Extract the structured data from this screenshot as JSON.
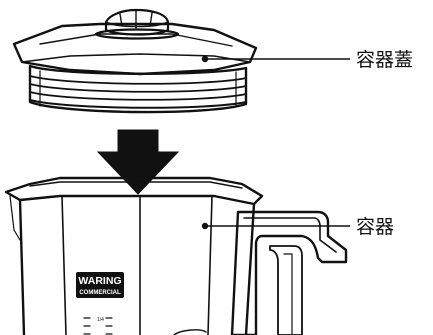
{
  "labels": {
    "lid": "容器蓋",
    "container": "容器"
  },
  "brand": {
    "line1": "WARING",
    "line2": "COMMERCIAL"
  },
  "scale_mark": "1/4",
  "colors": {
    "ink": "#111111",
    "background": "#ffffff",
    "arrow": "#111111"
  }
}
